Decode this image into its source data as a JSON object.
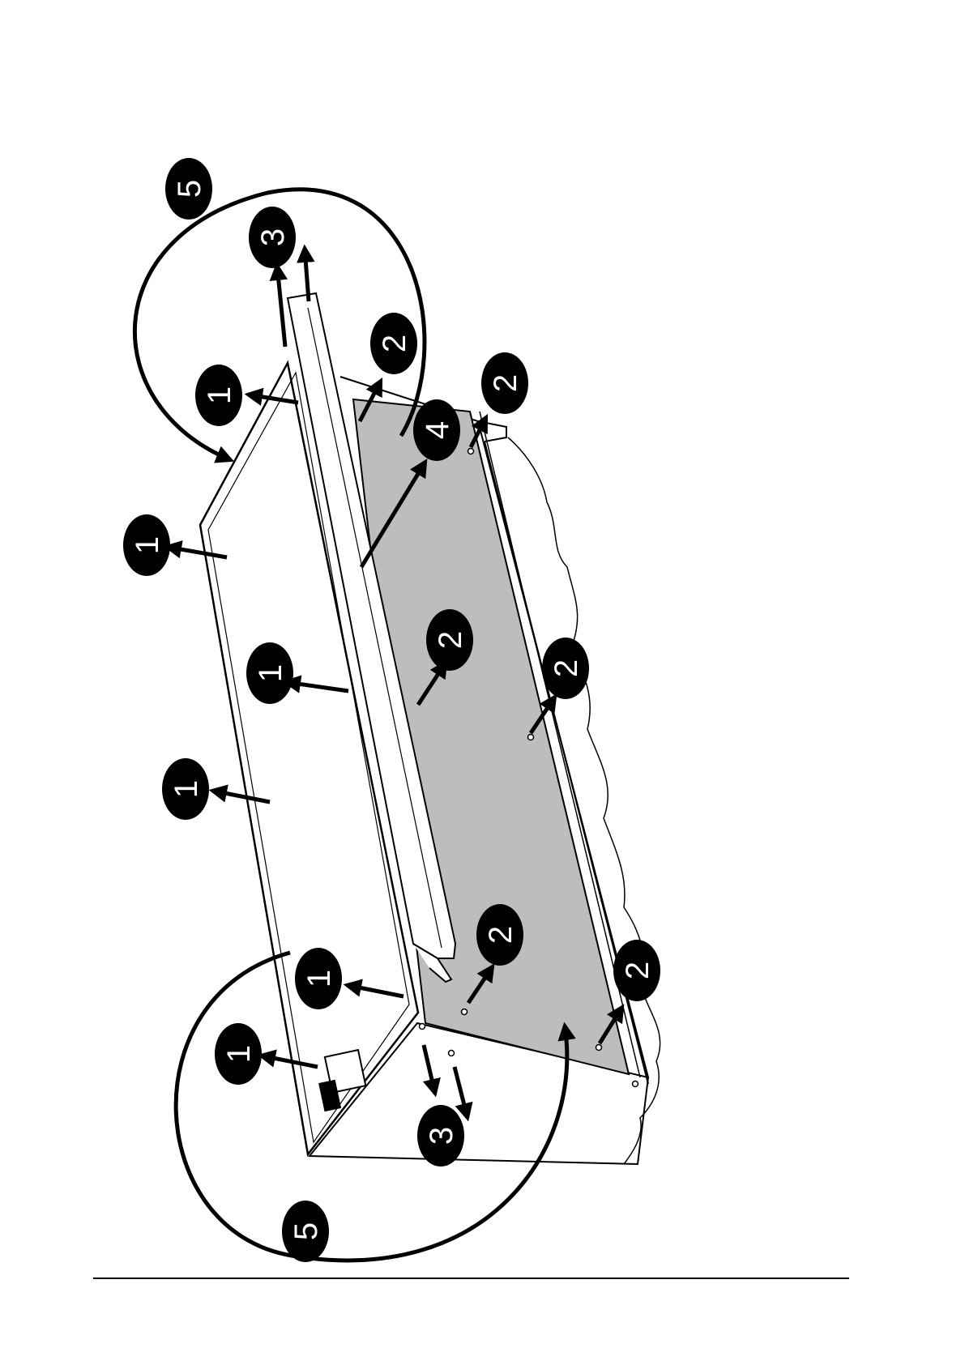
{
  "figure": {
    "callouts": [
      {
        "label": "5",
        "role": "step"
      },
      {
        "label": "3",
        "role": "step"
      },
      {
        "label": "2",
        "role": "step"
      },
      {
        "label": "1",
        "role": "step"
      },
      {
        "label": "2",
        "role": "step"
      },
      {
        "label": "4",
        "role": "step"
      },
      {
        "label": "1",
        "role": "step"
      },
      {
        "label": "2",
        "role": "step"
      },
      {
        "label": "1",
        "role": "step"
      },
      {
        "label": "2",
        "role": "step"
      },
      {
        "label": "1",
        "role": "step"
      },
      {
        "label": "2",
        "role": "step"
      },
      {
        "label": "1",
        "role": "step"
      },
      {
        "label": "2",
        "role": "step"
      },
      {
        "label": "1",
        "role": "step"
      },
      {
        "label": "3",
        "role": "step"
      },
      {
        "label": "5",
        "role": "step"
      }
    ],
    "colors": {
      "ink": "#000000",
      "panel_fill": "#bdbdbd",
      "paper": "#ffffff"
    }
  }
}
